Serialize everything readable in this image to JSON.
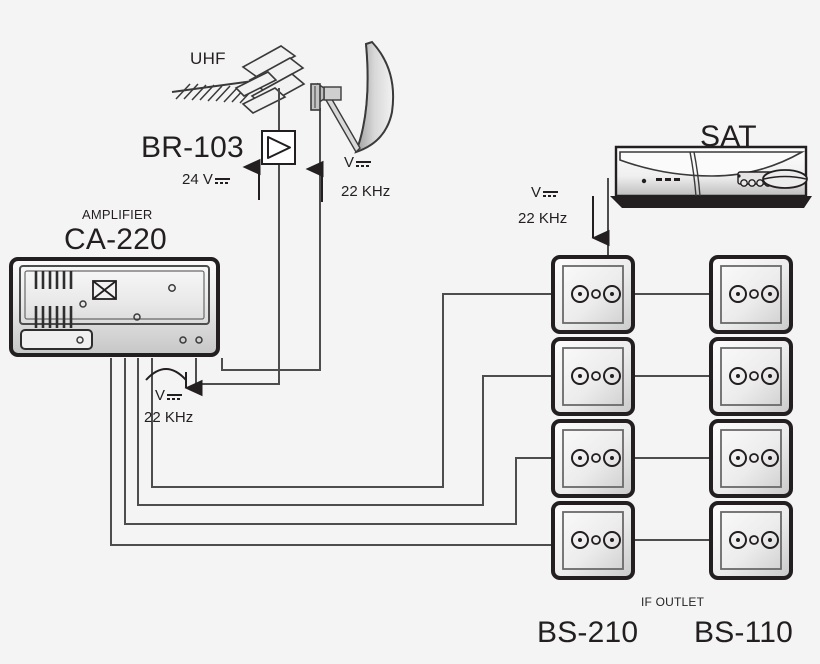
{
  "diagram": {
    "title": "Satellite and terrestrial TV distribution schematic",
    "background_color": "#f4f4f4",
    "line_color": "#4d4d4d",
    "ink_color": "#231f20"
  },
  "labels": {
    "uhf": "UHF",
    "br103": "BR-103",
    "supply_24v": "24 V",
    "amplifier_caption": "AMPLIFIER",
    "amplifier_model": "CA-220",
    "sat": "SAT",
    "if_outlet": "IF OUTLET",
    "bs210": "BS-210",
    "bs110": "BS-110",
    "volt_symbol": "V",
    "freq_22khz": "22 KHz"
  },
  "signal_markers": [
    {
      "name": "lnb-dc-22khz",
      "volt": "V",
      "freq": "22 KHz",
      "direction": "up"
    },
    {
      "name": "amplifier-output-22khz",
      "volt": "V",
      "freq": "22 KHz",
      "direction": "down-curved"
    },
    {
      "name": "sat-receiver-22khz",
      "volt": "V",
      "freq": "22 KHz",
      "direction": "down"
    }
  ],
  "devices": {
    "uhf_antenna": {
      "name": "uhf-yagi-antenna"
    },
    "satellite_dish": {
      "name": "offset-parabolic-dish"
    },
    "line_amplifier": {
      "name": "br-103-line-amplifier",
      "model": "BR-103"
    },
    "main_amplifier": {
      "name": "ca-220-amplifier",
      "model": "CA-220",
      "caption": "AMPLIFIER"
    },
    "sat_receiver": {
      "name": "sat-receiver",
      "label": "SAT"
    }
  },
  "outlets": {
    "columns": [
      {
        "model": "BS-210",
        "type": "if-outlet"
      },
      {
        "model": "BS-110",
        "type": "terminal-outlet"
      }
    ],
    "rows": 4,
    "items": [
      {
        "row": 1,
        "col": 1,
        "model": "BS-210"
      },
      {
        "row": 1,
        "col": 2,
        "model": "BS-110"
      },
      {
        "row": 2,
        "col": 1,
        "model": "BS-210"
      },
      {
        "row": 2,
        "col": 2,
        "model": "BS-110"
      },
      {
        "row": 3,
        "col": 1,
        "model": "BS-210"
      },
      {
        "row": 3,
        "col": 2,
        "model": "BS-110"
      },
      {
        "row": 4,
        "col": 1,
        "model": "BS-210"
      },
      {
        "row": 4,
        "col": 2,
        "model": "BS-110"
      }
    ]
  }
}
